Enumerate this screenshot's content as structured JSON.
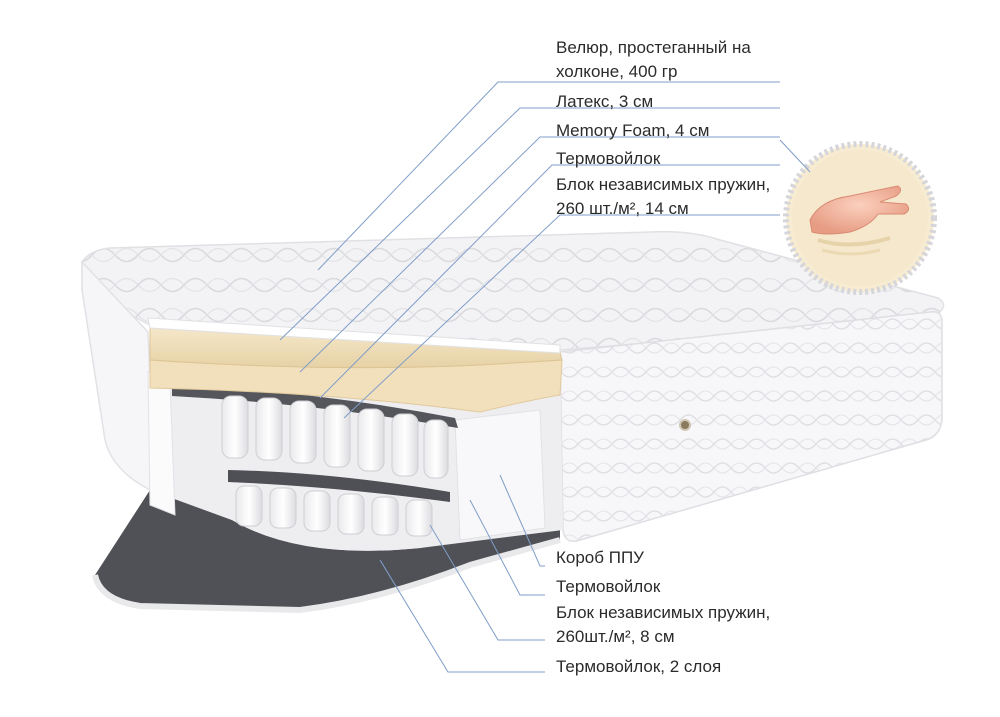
{
  "labels_top": [
    {
      "id": "velour",
      "lines": [
        "Велюр, простеганный на",
        "холконе, 400 гр"
      ]
    },
    {
      "id": "latex",
      "lines": [
        "Латекс, 3 см"
      ]
    },
    {
      "id": "memory-foam",
      "lines": [
        "Memory Foam, 4 см"
      ]
    },
    {
      "id": "felt-top",
      "lines": [
        "Термовойлок"
      ]
    },
    {
      "id": "springs-top",
      "lines": [
        "Блок независимых пружин,",
        "260 шт./м², 14 см"
      ]
    }
  ],
  "labels_bottom": [
    {
      "id": "ppu-box",
      "lines": [
        "Короб ППУ"
      ]
    },
    {
      "id": "felt-mid",
      "lines": [
        "Термовойлок"
      ]
    },
    {
      "id": "springs-bottom",
      "lines": [
        "Блок независимых пружин,",
        "260шт./м², 8 см"
      ]
    },
    {
      "id": "felt-bottom",
      "lines": [
        "Термовойлок, 2 слоя"
      ]
    }
  ],
  "colors": {
    "leader_line": "#7f9ec8",
    "cover": "#f4f4f6",
    "latex": "#efdcb6",
    "memory_foam": "#f2e0be",
    "felt": "#55575c",
    "spring": "#ffffff",
    "skin": "#f0b29a"
  }
}
